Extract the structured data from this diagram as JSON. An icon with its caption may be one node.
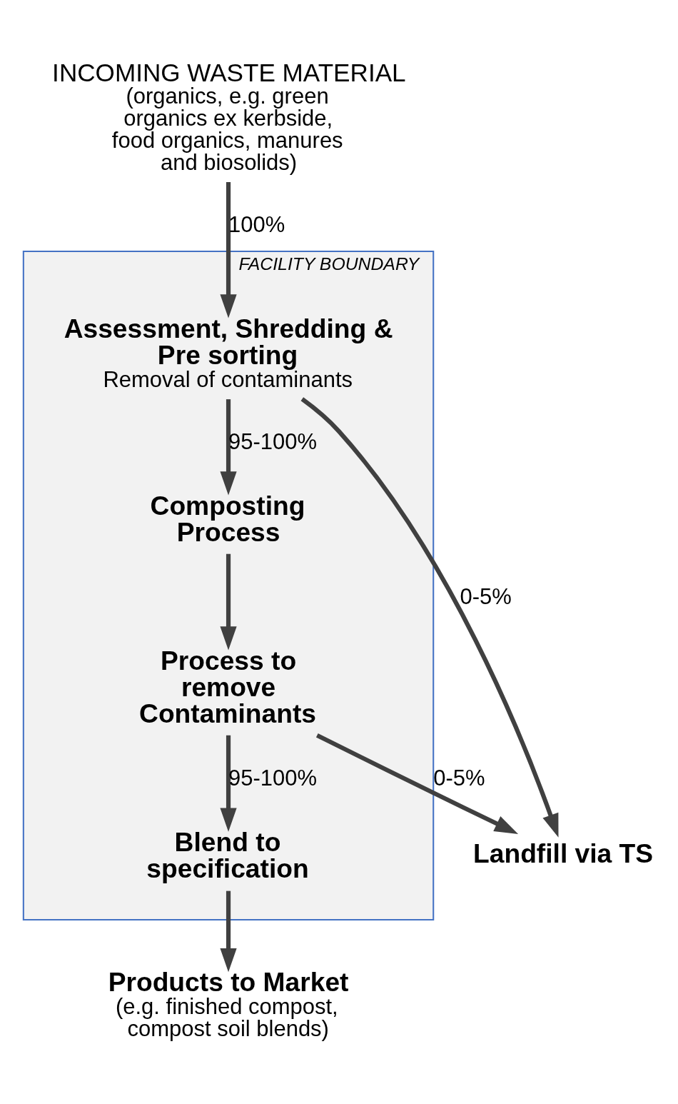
{
  "diagram": {
    "nodes": [
      {
        "text": [
          "INCOMING WASTE MATERIAL",
          "(organics, e.g. green organics ex kerbside, food organics, manures and biosolids)"
        ]
      },
      {
        "text": [
          "FACILITY BOUNDARY"
        ]
      },
      {
        "text": [
          "Assessment, Shredding & Pre sorting",
          "Removal of contaminants"
        ],
        "in": 1
      },
      {
        "text": [
          "Composting Process"
        ],
        "in": 1
      },
      {
        "text": [
          "Process to remove Contaminants"
        ],
        "in": 1
      },
      {
        "text": [
          "Blend to specification"
        ],
        "in": 1
      },
      {
        "text": [
          "Products to Market",
          "(e.g. finished compost, compost soil blends)"
        ]
      },
      {
        "text": [
          "Landfill via TS"
        ]
      }
    ],
    "edges": [
      {
        "from": 0,
        "to": 2,
        "arrow": "to",
        "label": "100%"
      },
      {
        "from": 2,
        "to": 3,
        "arrow": "to",
        "label": "95-100%"
      },
      {
        "from": 3,
        "to": 4,
        "arrow": "to"
      },
      {
        "from": 4,
        "to": 5,
        "arrow": "to",
        "label": "95-100%"
      },
      {
        "from": 5,
        "to": 6,
        "arrow": "to"
      },
      {
        "from": 2,
        "to": 7,
        "arrow": "to",
        "label": "0-5%"
      },
      {
        "from": 4,
        "to": 7,
        "arrow": "to",
        "label": "0-5%"
      }
    ]
  }
}
